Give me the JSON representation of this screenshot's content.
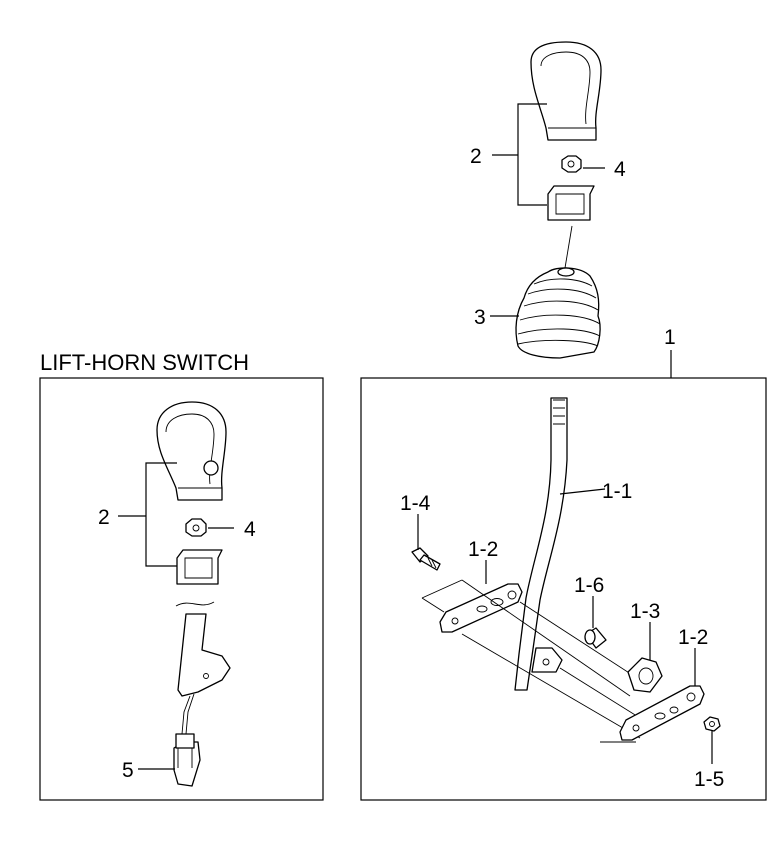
{
  "section_title": "LIFT-HORN SWITCH",
  "labels": {
    "knob_main": "2",
    "nut_main": "4",
    "boot": "3",
    "lever_assembly": "1",
    "lever": "1-1",
    "bolt": "1-4",
    "plate_left": "1-2",
    "spacer": "1-6",
    "bushing": "1-3",
    "plate_right": "1-2",
    "nut_lever": "1-5",
    "knob_switch": "2",
    "nut_switch": "4",
    "connector": "5"
  }
}
